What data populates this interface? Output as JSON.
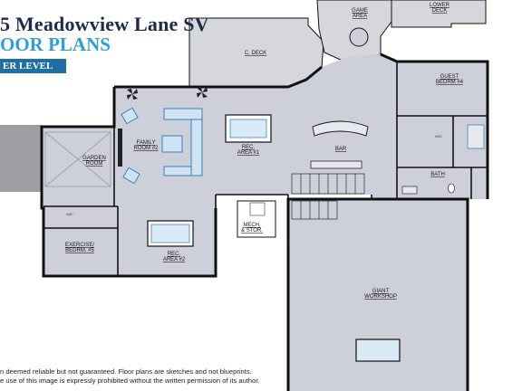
{
  "header": {
    "title": "5 Meadowview Lane SV",
    "subtitle": "OOR PLANS",
    "level": "ER LEVEL"
  },
  "rooms": {
    "game_area": [
      "GAME",
      "AREA"
    ],
    "lower_deck": [
      "LOWER",
      "DECK"
    ],
    "c_deck": "C. DECK",
    "guest_bedrm": [
      "GUEST",
      "BEDRM #4"
    ],
    "family_room": [
      "FAMILY",
      "ROOM #2"
    ],
    "rec_area_1": [
      "REC.",
      "AREA #1"
    ],
    "garden_room": [
      "GARDEN",
      "ROOM"
    ],
    "wic_left": "WIC",
    "wic_right": "WIC",
    "bar": "BAR",
    "bath": "BATH",
    "mech_stor": [
      "MECH.",
      "& STOR."
    ],
    "exercise_bedrm": [
      "EXERCISE/",
      "BEDRM. #5"
    ],
    "rec_area_2": [
      "REC.",
      "AREA #2"
    ],
    "giant_workshop": [
      "GIANT",
      "WORKSHOP"
    ]
  },
  "disclaimer": {
    "line1": "n deemed reliable but not guaranteed. Floor plans are sketches and not blueprints.",
    "line2": "e use of  this image is expressly prohibited without the written permission of its author."
  },
  "colors": {
    "floor": "#cdd0db",
    "wall": "#111111",
    "title": "#1d2b4a",
    "subtitle": "#2f9fd6",
    "badge": "#1f6fa3",
    "furniture_outline": "#2b78b4"
  }
}
